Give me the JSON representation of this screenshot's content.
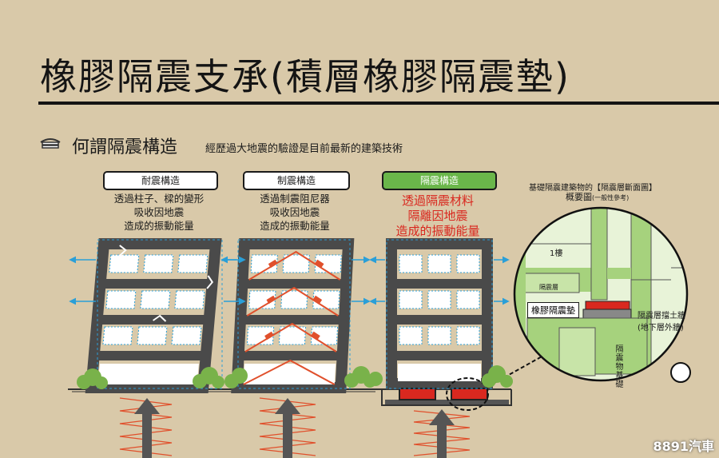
{
  "title": "橡膠隔震支承(積層橡膠隔震墊)",
  "section": {
    "heading": "何謂隔震構造",
    "note": "經歷過大地震的驗證是目前最新的建築技術"
  },
  "panels": [
    {
      "label": "耐震構造",
      "lines": [
        "透過柱子、樑的變形",
        "吸收因地震",
        "造成的振動能量"
      ]
    },
    {
      "label": "制震構造",
      "lines": [
        "透過制震阻尼器",
        "吸收因地震",
        "造成的振動能量"
      ]
    },
    {
      "label": "隔震構造",
      "lines": [
        "透過隔震材料",
        "隔離因地震",
        "造成的振動能量"
      ]
    }
  ],
  "detail": {
    "title": "基礎隔震建築物的【隔震層斷面圖】",
    "subtitle": "概要圖",
    "subtitle_note": "(一般性參考)",
    "floor_label": "1樓",
    "layer_label": "隔震層",
    "pad_label": "橡膠隔震墊",
    "wall_label": "隔震層擋土牆",
    "wall_note": "(地下層外牆)",
    "foundation_label": "隔震物基礎"
  },
  "watermark": "8891汽車",
  "colors": {
    "background": "#d9c9a9",
    "building": "#4a4a4a",
    "accent_green": "#6ab64a",
    "arrow_blue": "#2a9fd8",
    "wave_red": "#e0502c",
    "text_red": "#d9281f"
  }
}
